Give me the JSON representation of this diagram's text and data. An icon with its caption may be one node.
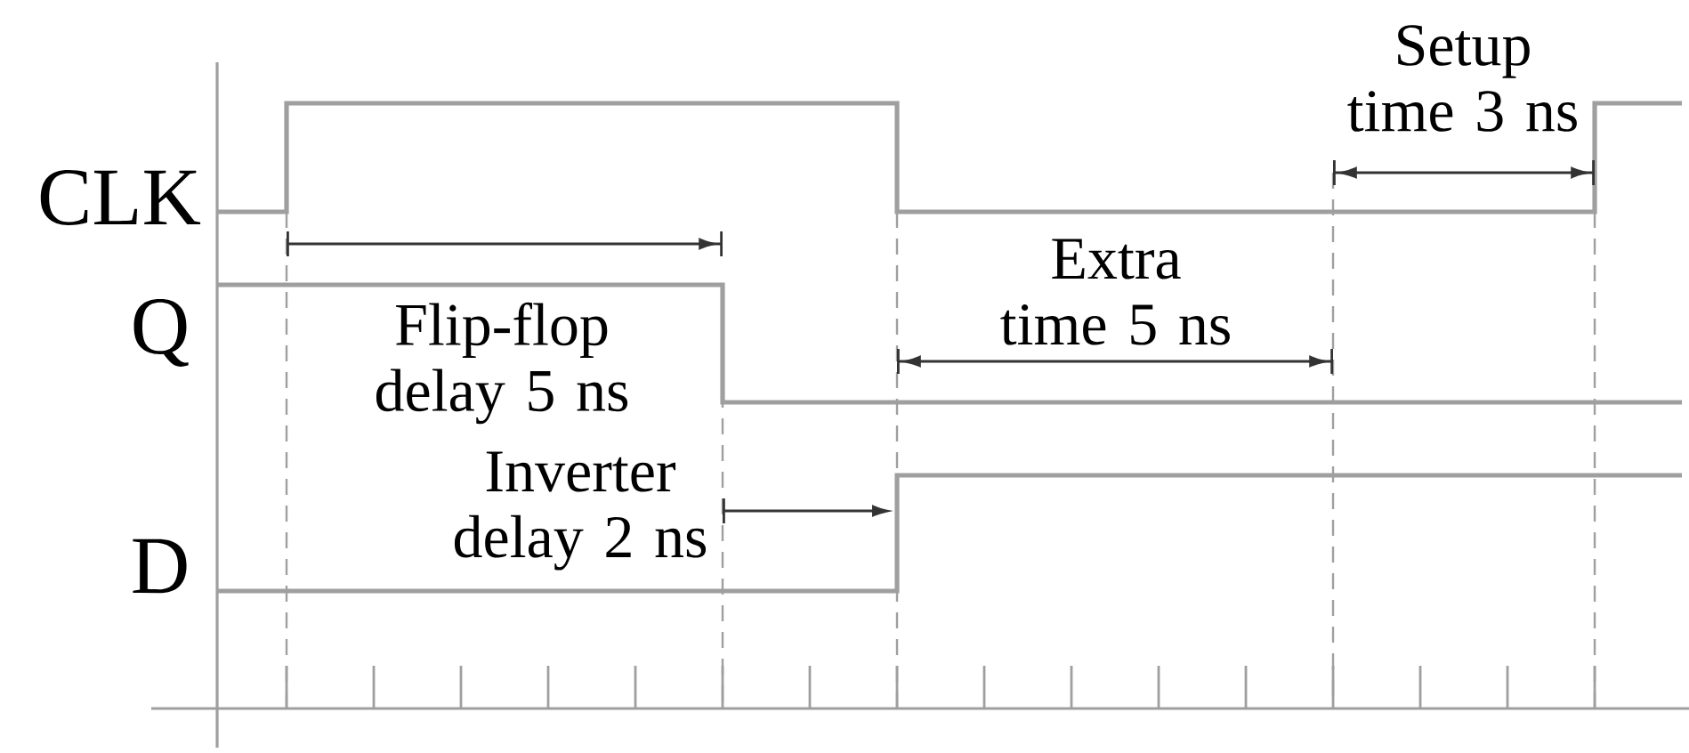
{
  "diagram": {
    "labels": [
      "Setup time 3 ns",
      "CLK",
      "Extra time 5 ns",
      "Q",
      "Flip-flop delay 5 ns",
      "Inverter delay 2 ns",
      "D"
    ]
  }
}
